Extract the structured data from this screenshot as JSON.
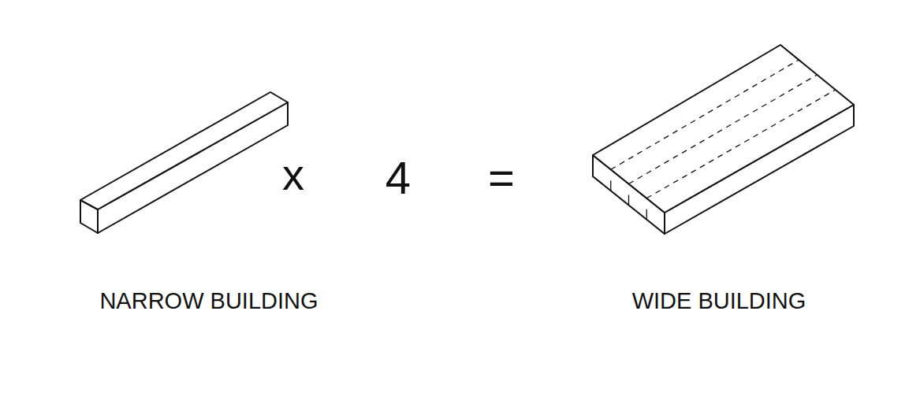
{
  "diagram": {
    "labels": [
      "x",
      "4",
      "=",
      "NARROW BUILDING",
      "WIDE BUILDING"
    ]
  }
}
